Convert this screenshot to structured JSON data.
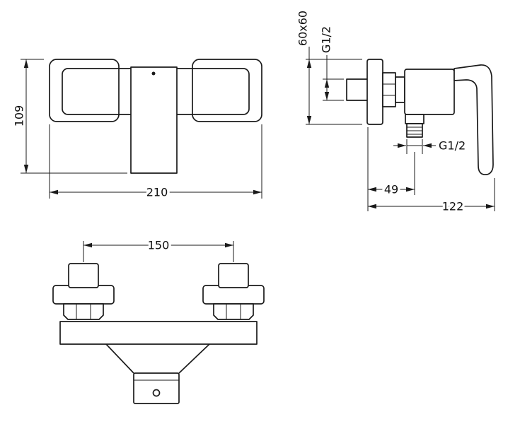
{
  "drawing": {
    "title": "shower-mixer-technical-drawing",
    "front_view": {
      "height": "109",
      "width": "210"
    },
    "side_view": {
      "plate": "60x60",
      "inlet_thread": "G1/2",
      "outlet_thread": "G1/2",
      "outlet_depth": "49",
      "total_depth": "122"
    },
    "bottom_view": {
      "hole_spacing": "150"
    },
    "line_color": "#1a1a1a",
    "background_color": "#ffffff"
  }
}
